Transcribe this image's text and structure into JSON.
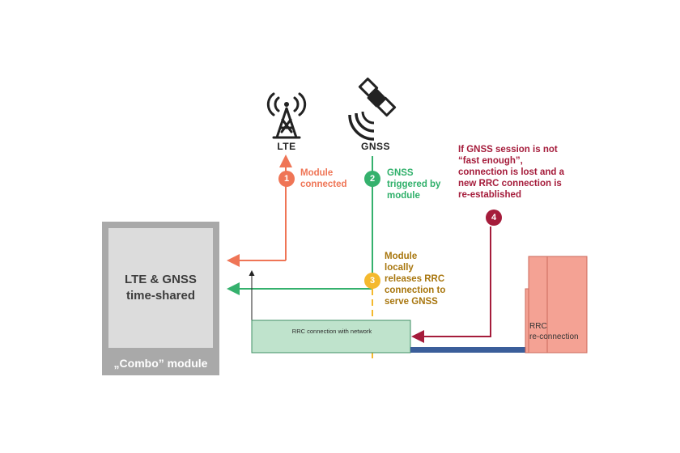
{
  "module": {
    "title": "LTE & GNSS time-shared",
    "footer": "„Combo” module"
  },
  "nodes": {
    "lte_label": "LTE",
    "gnss_label": "GNSS"
  },
  "steps": [
    {
      "number": "1",
      "text": "Module\nconnected",
      "color": "#ef7556"
    },
    {
      "number": "2",
      "text": "GNSS\ntriggered by\nmodule",
      "color": "#2fb06a"
    },
    {
      "number": "3",
      "text": "Module\nlocally\nreleases RRC\nconnection to\nserve GNSS",
      "color": "#a8760e"
    },
    {
      "number": "4",
      "text": "If GNSS session is not\n“fast enough”,\nconnection is lost and a\nnew RRC connection is\nre-established",
      "color": "#a51c3b"
    }
  ],
  "timeline": {
    "rrc_connection_label": "RRC connection with network",
    "rrc_reconnection_label": "RRC\nre-connection",
    "colors": {
      "rrc_fill": "#bfe3cc",
      "rrc_stroke": "#3f8f64",
      "reconnect_fill": "#f4a294",
      "reconnect_stroke": "#cc6b5c",
      "gap_bar": "#3b5e9a",
      "lte_line": "#ef7556",
      "gnss_line": "#35b16d",
      "step3_dashed": "#f4b92e",
      "step4_line": "#a51c3b"
    }
  },
  "icons": {
    "lte": "cell-tower-icon",
    "gnss": "satellite-icon"
  }
}
